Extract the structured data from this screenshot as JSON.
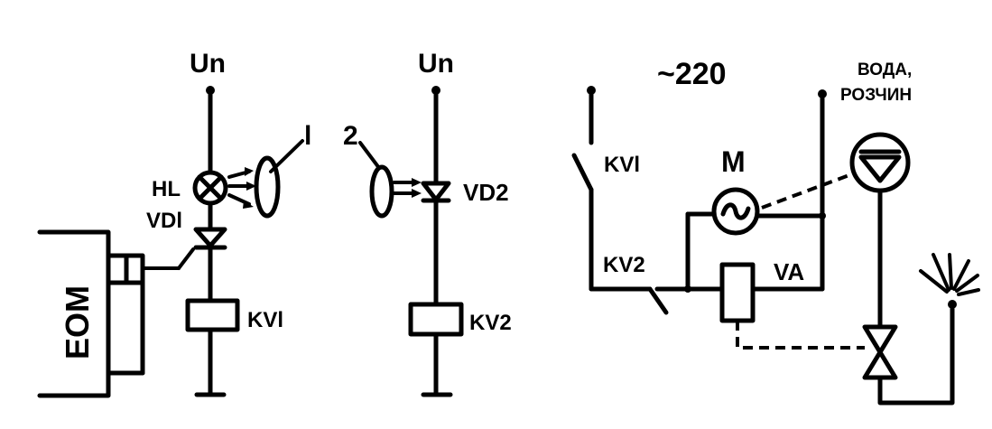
{
  "labels": {
    "supply_left": "Un",
    "supply_mid": "Un",
    "mains": "~220",
    "lamp": "HL",
    "diode1": "VDl",
    "relay1": "KVl",
    "photodiode": "VD2",
    "relay2": "KV2",
    "computer": "EOM",
    "lens1": "l",
    "lens2": "2",
    "contact1": "KVl",
    "contact2": "KV2",
    "motor": "M",
    "valve_relay": "VA",
    "fluid_line1": "ВОДА,",
    "fluid_line2": "РОЗЧИН"
  }
}
